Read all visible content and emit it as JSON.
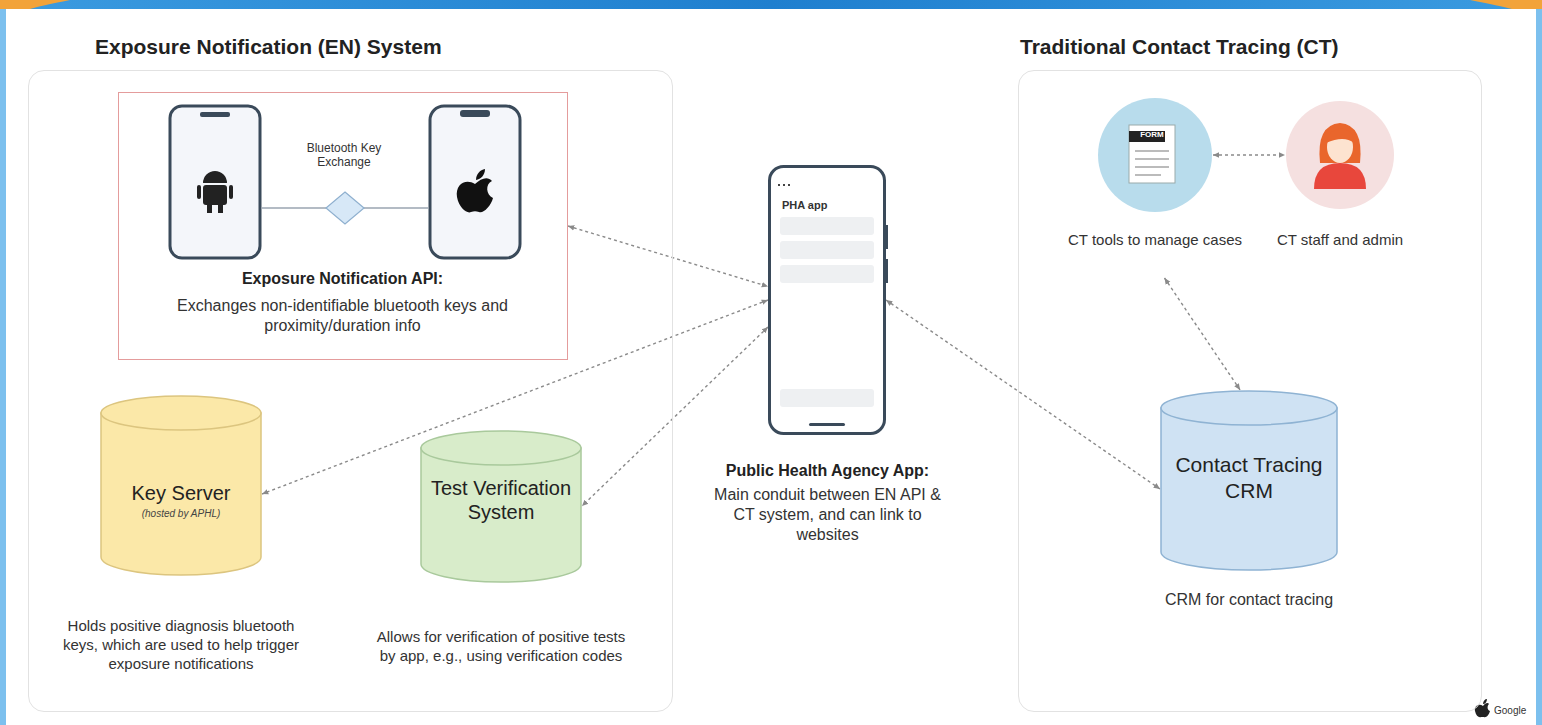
{
  "diagram": {
    "nodes": [
      {
        "text": [
          "Exposure Notification (EN) System"
        ]
      },
      {
        "text": [
          "Exposure Notification API:",
          "Exchanges non-identifiable bluetooth keys and proximity/duration info"
        ],
        "in": 0
      },
      {
        "text": [
          "Key Server",
          "(hosted by APHL)",
          "Holds positive diagnosis bluetooth keys, which are used to help trigger exposure notifications"
        ],
        "in": 0
      },
      {
        "text": [
          "Test Verification System",
          "Allows for verification of positive tests by app, e.g., using verification codes"
        ],
        "in": 0
      },
      {
        "text": [
          "PHA app",
          "Public Health Agency App:",
          "Main conduit between EN API & CT system, and can link to websites"
        ]
      },
      {
        "text": [
          "Traditional Contact Tracing (CT)"
        ]
      },
      {
        "text": [
          "FORM",
          "CT tools to manage cases"
        ],
        "in": 5
      },
      {
        "text": [
          "CT staff and admin"
        ],
        "in": 5
      },
      {
        "text": [
          "Contact Tracing CRM",
          "CRM for contact tracing"
        ],
        "in": 5
      }
    ],
    "edges": [
      {
        "from": 1,
        "to": 4,
        "arrow": "both"
      },
      {
        "from": 4,
        "to": 2,
        "arrow": "both"
      },
      {
        "from": 4,
        "to": 3,
        "arrow": "both"
      },
      {
        "from": 4,
        "to": 8,
        "arrow": "both"
      },
      {
        "from": 6,
        "to": 7,
        "arrow": "both"
      },
      {
        "from": 6,
        "to": 8,
        "arrow": "both"
      }
    ],
    "labels": [
      "Bluetooth Key Exchange",
      "Google"
    ]
  }
}
